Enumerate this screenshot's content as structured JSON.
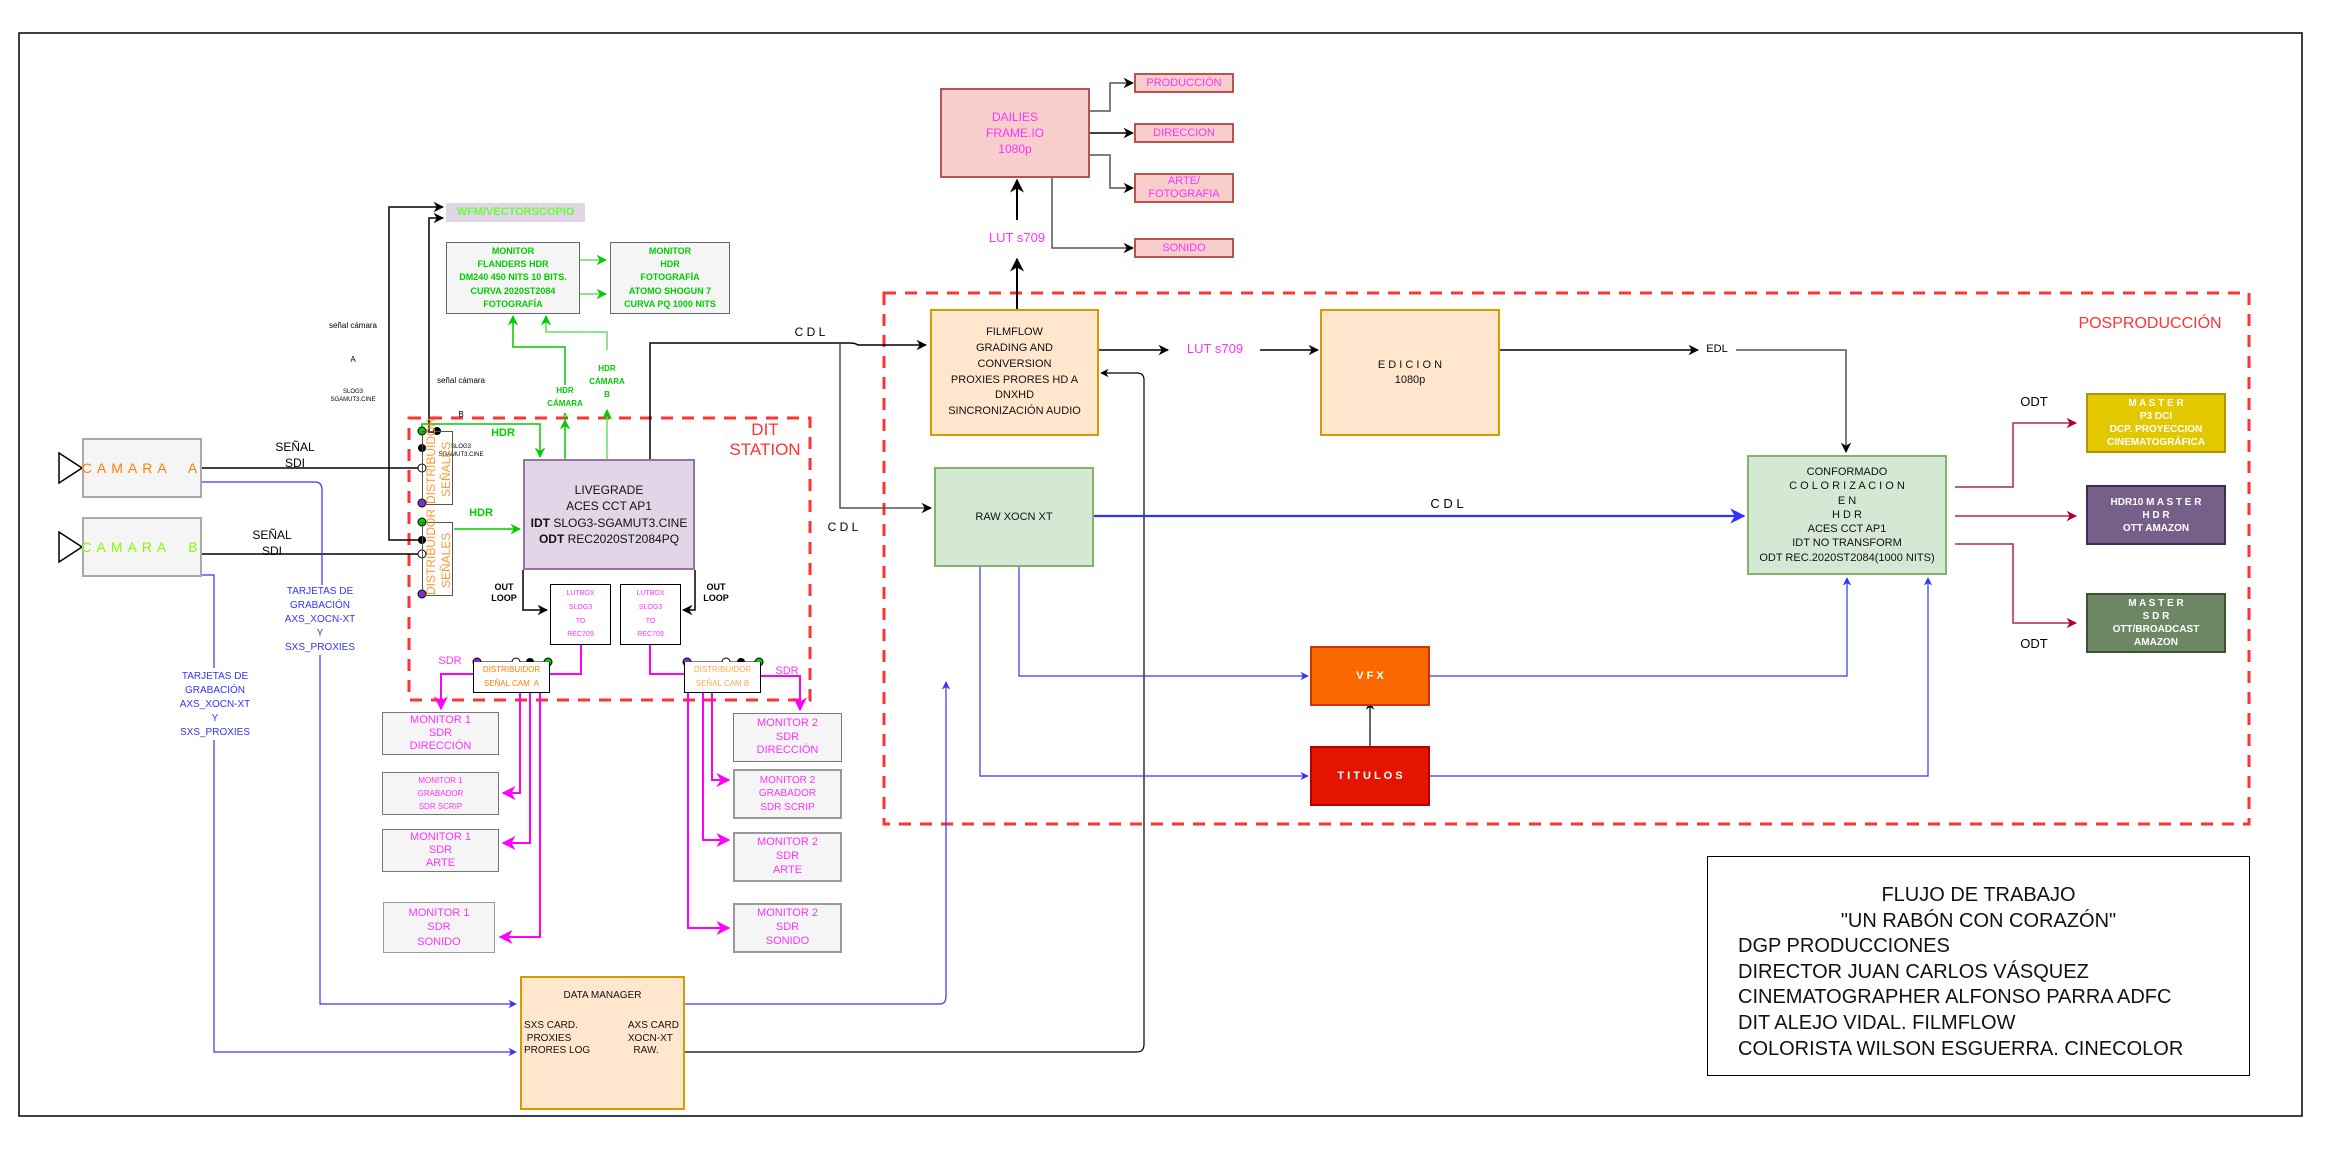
{
  "colors": {
    "dashed_region": "#ff3333",
    "hdr_green": "#00cc00",
    "sdr_magenta": "#ff33ff",
    "blue_line": "#3333ff",
    "odt_line": "#b3245a",
    "camara_a": "#ff8000",
    "camara_b": "#80ff00"
  },
  "regions": {
    "dit_station": "DIT\nSTATION",
    "posproduccion": "POSPRODUCCIÓN"
  },
  "cameras": [
    {
      "label": "CAMARA  A",
      "signal": "SEÑAL\nSDI"
    },
    {
      "label": "CAMARA  B",
      "signal": "SEÑAL\nSDI"
    }
  ],
  "signal_notes": [
    {
      "title": "señal cámara",
      "cam": "A",
      "spec": "SLOG3\nSGAMUT3.CINE"
    },
    {
      "title": "señal cámara",
      "cam": "B",
      "spec": "SLOG3\nSGAMUT3.CINE"
    }
  ],
  "wfm": "WFM/VECTORSCOPIO",
  "monitors_hdr": [
    {
      "text": "MONITOR\nFLANDERS HDR\nDM240 450 NITS 10 BITS.\nCURVA 2020ST2084\nFOTOGRAFÍA"
    },
    {
      "text": "MONITOR\nHDR\nFOTOGRAFÍA\nATOMO SHOGUN 7\nCURVA PQ 1000 NITS"
    }
  ],
  "hdr_labels": {
    "hdr1": "HDR",
    "hdr2": "HDR",
    "hdr_cam_a": "HDR\nCÁMARA\nA",
    "hdr_cam_b": "HDR\nCÁMARA\nB"
  },
  "distribuidor_senales": "DISTRIBUIDOR\nSEÑALES",
  "livegrade": {
    "line1": "LIVEGRADE",
    "line2": "ACES CCT AP1",
    "idt_key": "IDT",
    "idt_val": "SLOG3-SGAMUT3.CINE",
    "odt_key": "ODT",
    "odt_val": "REC2020ST2084PQ"
  },
  "out_loop": "OUT\nLOOP",
  "lutbox": "LUTBOX\nSLOG3\nTO\nREC709",
  "distribuidor_cam_a": {
    "title": "DISTRIBUIDOR",
    "sub": "SEÑAL CAM  A"
  },
  "distribuidor_cam_b": {
    "title": "DISTRIBUIDOR",
    "sub": "SEÑAL CAM B"
  },
  "sdr_label": "SDR",
  "monitors_sdr_1": [
    "MONITOR 1\nSDR\nDIRECCIÓN",
    "MONITOR 1\nGRABADOR\nSDR SCRIP",
    "MONITOR 1\nSDR\nARTE",
    "MONITOR 1\nSDR\nSONIDO"
  ],
  "monitors_sdr_2": [
    "MONITOR 2\nSDR\nDIRECCIÓN",
    "MONITOR 2\nGRABADOR\nSDR SCRIP",
    "MONITOR 2\nSDR\nARTE",
    "MONITOR 2\nSDR\nSONIDO"
  ],
  "tarjetas": "TARJETAS DE\nGRABACIÓN\nAXS_XOCN-XT\nY\nSXS_PROXIES",
  "data_manager": {
    "title": "DATA MANAGER",
    "left": "SXS CARD.\n PROXIES\nPRORES LOG",
    "right": "AXS CARD\nXOCN-XT\n  RAW."
  },
  "dailies": {
    "box": "DAILIES\nFRAME.IO\n1080p",
    "outputs": [
      "PRODUCCIÓN",
      "DIRECCION",
      "ARTE/\nFOTOGRAFIA",
      "SONIDO"
    ],
    "lut": "LUT s709"
  },
  "filmflow": "FILMFLOW\nGRADING AND\nCONVERSION\nPROXIES PRORES HD A\nDNXHD\nSINCRONIZACIÓN AUDIO",
  "lut_edicion": "LUT s709",
  "edicion": {
    "title": "E D I C I O N",
    "sub": "1080p"
  },
  "edl": "EDL",
  "cdl": "C D L",
  "raw": "RAW XOCN XT",
  "vfx": "V F X",
  "titulos": "T I T U L O S",
  "conformado": "CONFORMADO\nC O L O R I Z A C I O N\nE N\nH D R\nACES CCT AP1\nIDT NO TRANSFORM\nODT REC.2020ST2084(1000 NITS)",
  "odt": "ODT",
  "masters": [
    {
      "text": "M A S T E R\nP3 DCI\nDCP. PROYECCION\nCINEMATOGRÁFICA",
      "bg": "#e3c800",
      "border": "#b09500"
    },
    {
      "text": "HDR10  M A S T E R\nH D R\nOTT AMAZON",
      "bg": "#76608a",
      "border": "#432d57"
    },
    {
      "text": "M A S T E R\nS D R\nOTT/BROADCAST\nAMAZON",
      "bg": "#6d8764",
      "border": "#3a5431"
    }
  ],
  "credits": {
    "title1": "FLUJO DE TRABAJO",
    "title2": "\"UN RABÓN CON CORAZÓN\"",
    "lines": [
      "DGP PRODUCCIONES",
      "DIRECTOR JUAN CARLOS VÁSQUEZ",
      "CINEMATOGRAPHER ALFONSO PARRA ADFC",
      "DIT ALEJO VIDAL. FILMFLOW",
      "COLORISTA WILSON ESGUERRA. CINECOLOR"
    ]
  }
}
